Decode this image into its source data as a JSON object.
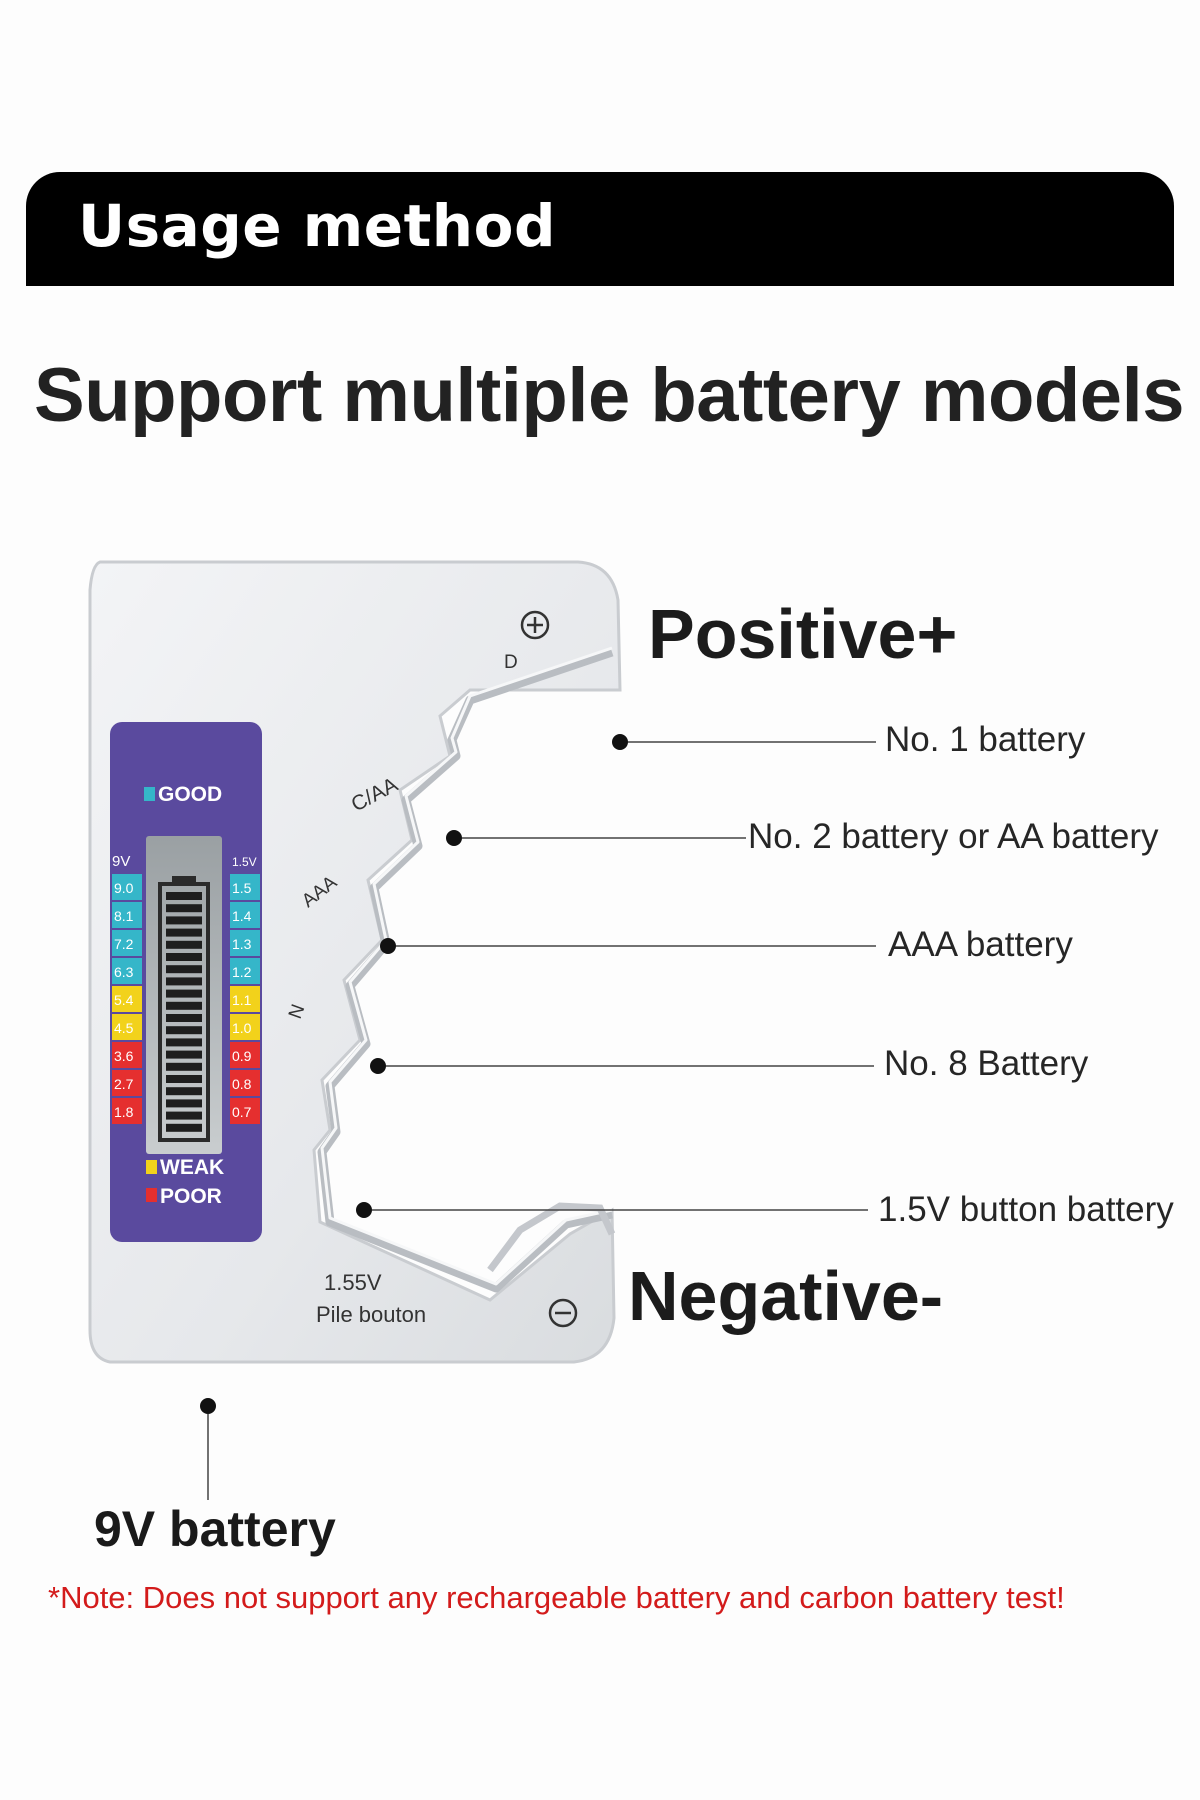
{
  "banner": {
    "title": "Usage method"
  },
  "headline": "Support multiple battery models",
  "tester": {
    "slot_labels": {
      "d": "D",
      "c_aa": "C/AA",
      "aaa": "AAA",
      "n": "N",
      "button_voltage": "1.55V",
      "button_name": "Pile bouton"
    },
    "meter": {
      "good": "GOOD",
      "weak": "WEAK",
      "poor": "POOR",
      "left_header": "9V",
      "right_header": "1.5V",
      "left_scale": [
        "9.0",
        "8.1",
        "7.2",
        "6.3",
        "5.4",
        "4.5",
        "3.6",
        "2.7",
        "1.8"
      ],
      "right_scale": [
        "1.5",
        "1.4",
        "1.3",
        "1.2",
        "1.1",
        "1.0",
        "0.9",
        "0.8",
        "0.7"
      ],
      "colors": {
        "good": "#35b6c9",
        "weak": "#f2d21b",
        "poor": "#e52f2f",
        "panel": "#5a4a9e"
      }
    }
  },
  "labels": {
    "positive": "Positive+",
    "negative": "Negative-",
    "callouts": [
      "No. 1 battery",
      "No. 2 battery or AA battery",
      "AAA battery",
      "No. 8 Battery",
      "1.5V button battery"
    ],
    "nine_v": "9V battery"
  },
  "note": "*Note: Does not support any rechargeable battery and carbon battery test!"
}
